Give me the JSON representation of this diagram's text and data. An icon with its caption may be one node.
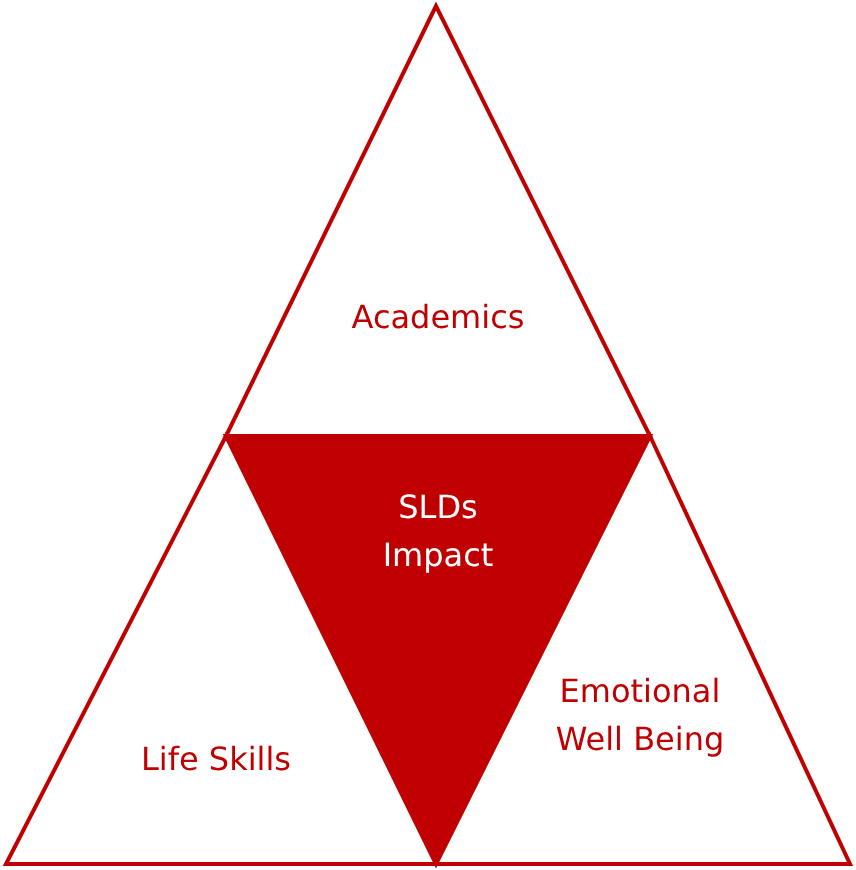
{
  "diagram": {
    "nodes": [
      {
        "text": [
          "Academics"
        ]
      },
      {
        "text": [
          "SLDs Impact"
        ]
      },
      {
        "text": [
          "Life Skills"
        ]
      },
      {
        "text": [
          "Emotional Well Being"
        ]
      }
    ]
  }
}
